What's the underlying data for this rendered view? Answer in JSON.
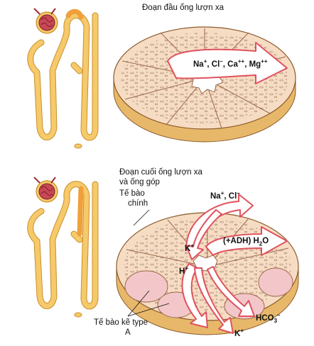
{
  "panel_top": {
    "title": "Đoạn đầu ống lượn xa",
    "ions": {
      "na": "Na",
      "na_sup": "+",
      "cl": "Cl",
      "cl_sup": "–",
      "ca": "Ca",
      "ca_sup": "++",
      "mg": "Mg",
      "mg_sup": "++",
      "sep": ","
    }
  },
  "panel_bottom": {
    "title_line1": "Đoạn cuối ống lượn xa",
    "title_line2": "và ống góp",
    "principal_cell_line1": "Tế bào",
    "principal_cell_line2": "chính",
    "intercalated_line1": "Tế bào kẽ type",
    "intercalated_line2": "A",
    "ions": {
      "na": "Na",
      "na_sup": "+",
      "cl": "Cl",
      "cl_sup": "–",
      "k1": "K",
      "k1_sup": "+",
      "h2o_prefix": "(+ADH) H",
      "h2o_sub": "2",
      "h2o_suffix": "O",
      "h": "H",
      "h_sup": "+",
      "hco3": "HCO",
      "hco3_sub": "3",
      "hco3_sup": "–",
      "k2": "K",
      "k2_sup": "+"
    }
  },
  "colors": {
    "tubule": "#f6c96a",
    "tubule_stroke": "#c8902a",
    "highlight": "#f0a03a",
    "cell": "#f7dcc4",
    "cell_pink": "#f3c7c9",
    "arrow_stroke": "#e0525e",
    "glomerulus": "#9c2a3a"
  }
}
